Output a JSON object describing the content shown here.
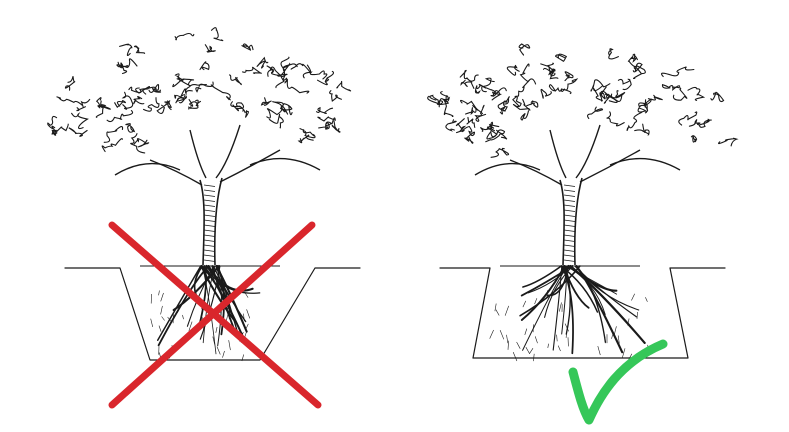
{
  "colors": {
    "ink": "#1a1a1a",
    "cross": "#d9262c",
    "check": "#35c759",
    "background": "#ffffff"
  },
  "panels": [
    {
      "id": "wrong",
      "hole_shape": "narrow-v-shaped",
      "mark": "red-cross-icon",
      "verdict": "incorrect"
    },
    {
      "id": "right",
      "hole_shape": "wide-trapezoid",
      "mark": "green-checkmark-icon",
      "verdict": "correct"
    }
  ]
}
